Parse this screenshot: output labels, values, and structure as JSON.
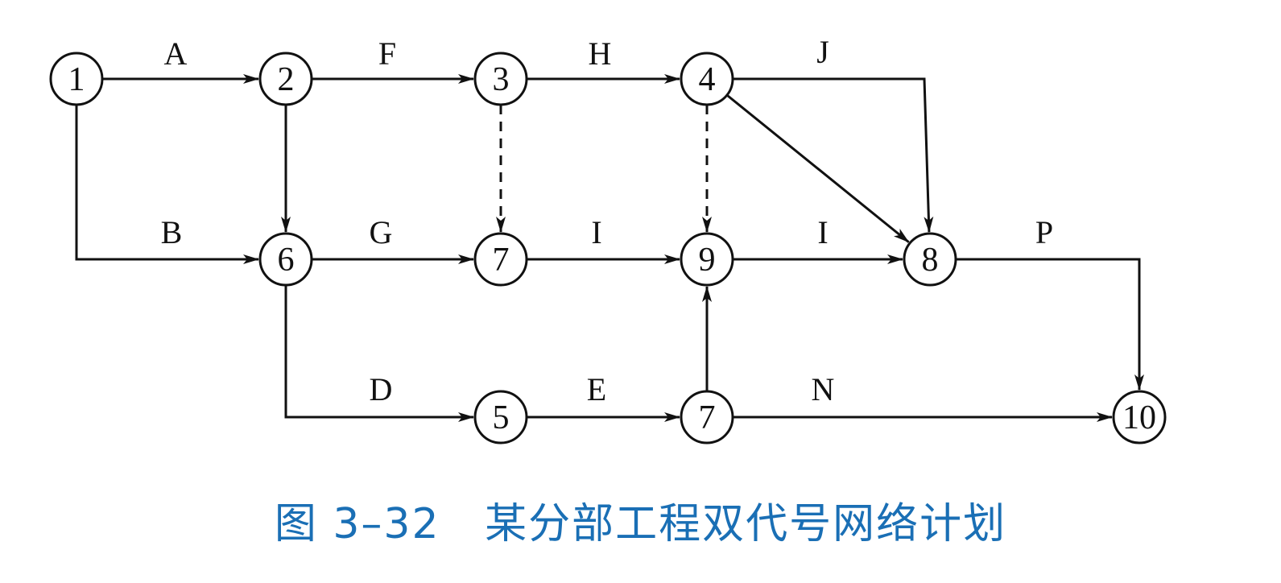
{
  "caption": "图 3–32   某分部工程双代号网络计划",
  "colors": {
    "caption": "#1a6fb5",
    "line": "#111111"
  },
  "nodes": [
    {
      "id": "n1",
      "label": "1"
    },
    {
      "id": "n2",
      "label": "2"
    },
    {
      "id": "n3",
      "label": "3"
    },
    {
      "id": "n4",
      "label": "4"
    },
    {
      "id": "n6",
      "label": "6"
    },
    {
      "id": "n7a",
      "label": "7"
    },
    {
      "id": "n9",
      "label": "9"
    },
    {
      "id": "n8",
      "label": "8"
    },
    {
      "id": "n5",
      "label": "5"
    },
    {
      "id": "n7b",
      "label": "7"
    },
    {
      "id": "n10",
      "label": "10"
    }
  ],
  "edges": [
    {
      "id": "e1-2",
      "from": "1",
      "to": "2",
      "label": "A",
      "dashed": false
    },
    {
      "id": "e2-3",
      "from": "2",
      "to": "3",
      "label": "F",
      "dashed": false
    },
    {
      "id": "e3-4",
      "from": "3",
      "to": "4",
      "label": "H",
      "dashed": false
    },
    {
      "id": "e4-8j",
      "from": "4",
      "to": "8",
      "label": "J",
      "dashed": false
    },
    {
      "id": "e4-8d",
      "from": "4",
      "to": "8",
      "label": "",
      "dashed": false
    },
    {
      "id": "e1-6",
      "from": "1",
      "to": "6",
      "label": "B",
      "dashed": false
    },
    {
      "id": "e2-6",
      "from": "2",
      "to": "6",
      "label": "",
      "dashed": false
    },
    {
      "id": "e6-7",
      "from": "6",
      "to": "7",
      "label": "G",
      "dashed": false
    },
    {
      "id": "e7-9",
      "from": "7",
      "to": "9",
      "label": "I",
      "dashed": false
    },
    {
      "id": "e9-8",
      "from": "9",
      "to": "8",
      "label": "I",
      "dashed": false
    },
    {
      "id": "e8-10",
      "from": "8",
      "to": "10",
      "label": "P",
      "dashed": false
    },
    {
      "id": "e3-7",
      "from": "3",
      "to": "7",
      "label": "",
      "dashed": true
    },
    {
      "id": "e4-9",
      "from": "4",
      "to": "9",
      "label": "",
      "dashed": true
    },
    {
      "id": "e6-5",
      "from": "6",
      "to": "5",
      "label": "D",
      "dashed": false
    },
    {
      "id": "e5-7",
      "from": "5",
      "to": "7",
      "label": "E",
      "dashed": false
    },
    {
      "id": "e7-9v",
      "from": "7",
      "to": "9",
      "label": "",
      "dashed": false
    },
    {
      "id": "e7-10",
      "from": "7",
      "to": "10",
      "label": "N",
      "dashed": false
    }
  ]
}
